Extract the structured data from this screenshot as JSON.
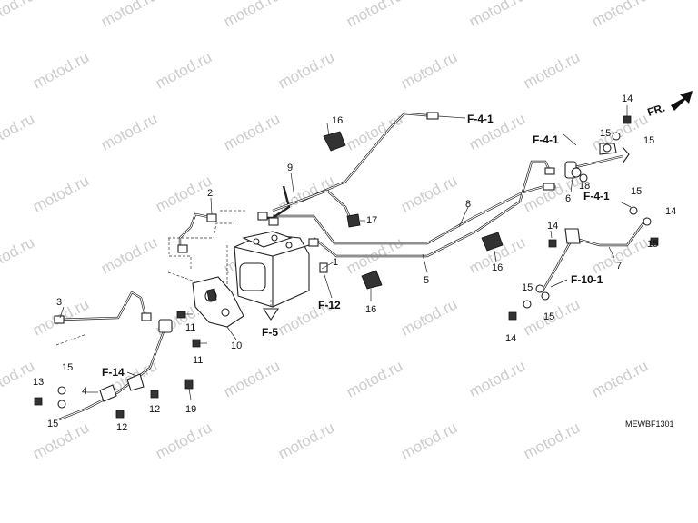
{
  "watermark": "motod.ru",
  "diagram_code": "MEWBF1301",
  "direction_label": "FR.",
  "parts": [
    {
      "key": "p1",
      "num": "1"
    },
    {
      "key": "p2",
      "num": "2"
    },
    {
      "key": "p3",
      "num": "3"
    },
    {
      "key": "p4",
      "num": "4"
    },
    {
      "key": "p5",
      "num": "5"
    },
    {
      "key": "p6",
      "num": "6"
    },
    {
      "key": "p7",
      "num": "7"
    },
    {
      "key": "p8",
      "num": "8"
    },
    {
      "key": "p9",
      "num": "9"
    },
    {
      "key": "p10",
      "num": "10"
    },
    {
      "key": "p11a",
      "num": "11"
    },
    {
      "key": "p11b",
      "num": "11"
    },
    {
      "key": "p12a",
      "num": "12"
    },
    {
      "key": "p12b",
      "num": "12"
    },
    {
      "key": "p13",
      "num": "13"
    },
    {
      "key": "p14a",
      "num": "14"
    },
    {
      "key": "p14b",
      "num": "14"
    },
    {
      "key": "p14c",
      "num": "14"
    },
    {
      "key": "p14d",
      "num": "14"
    },
    {
      "key": "p15a",
      "num": "15"
    },
    {
      "key": "p15b",
      "num": "15"
    },
    {
      "key": "p15c",
      "num": "15"
    },
    {
      "key": "p15d",
      "num": "15"
    },
    {
      "key": "p15e",
      "num": "15"
    },
    {
      "key": "p15f",
      "num": "15"
    },
    {
      "key": "p15g",
      "num": "15"
    },
    {
      "key": "p15h",
      "num": "15"
    },
    {
      "key": "p16a",
      "num": "16"
    },
    {
      "key": "p16b",
      "num": "16"
    },
    {
      "key": "p16c",
      "num": "16"
    },
    {
      "key": "p17",
      "num": "17"
    },
    {
      "key": "p18",
      "num": "18"
    },
    {
      "key": "p19",
      "num": "19"
    }
  ],
  "references": [
    {
      "key": "r_f41_top",
      "label": "F-4-1"
    },
    {
      "key": "r_f41_right",
      "label": "F-4-1"
    },
    {
      "key": "r_f41_mid",
      "label": "F-4-1"
    },
    {
      "key": "r_f101",
      "label": "F-10-1"
    },
    {
      "key": "r_f12",
      "label": "F-12"
    },
    {
      "key": "r_f5",
      "label": "F-5"
    },
    {
      "key": "r_f14",
      "label": "F-14"
    }
  ]
}
